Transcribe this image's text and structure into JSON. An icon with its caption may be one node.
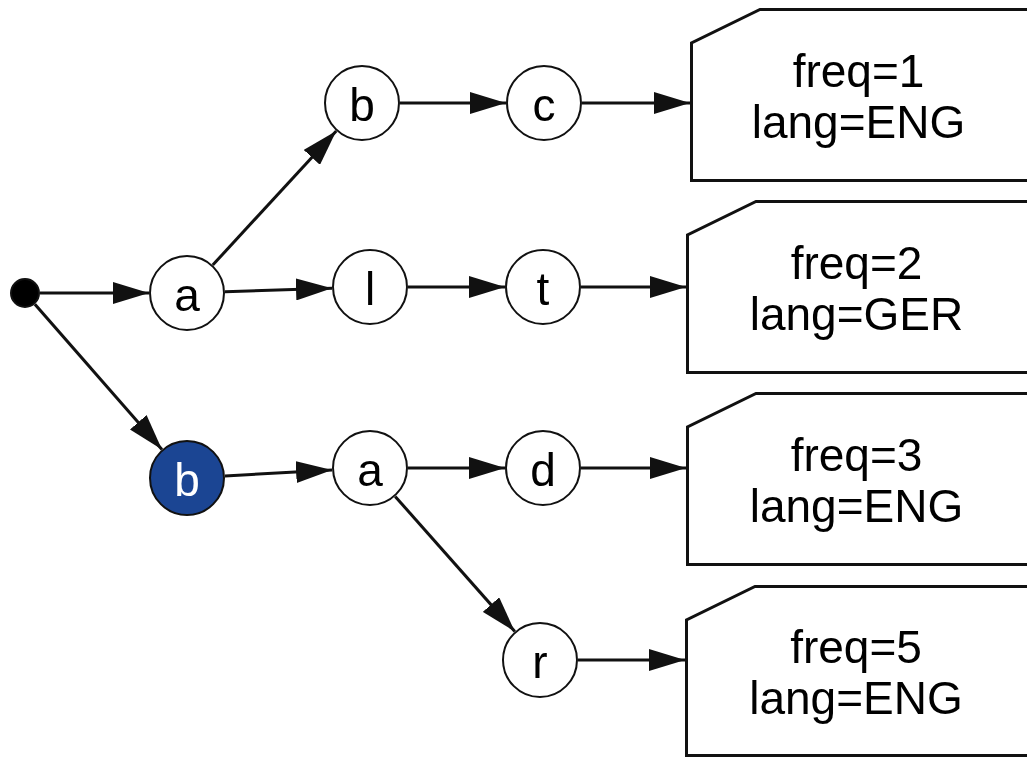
{
  "diagram": {
    "nodes": [
      {
        "text": [],
        "shape": "circle"
      },
      {
        "text": [
          "a"
        ]
      },
      {
        "text": [
          "b"
        ]
      },
      {
        "text": [
          "c"
        ]
      },
      {
        "text": [
          "l"
        ]
      },
      {
        "text": [
          "t"
        ]
      },
      {
        "text": [
          "b"
        ]
      },
      {
        "text": [
          "a"
        ]
      },
      {
        "text": [
          "d"
        ]
      },
      {
        "text": [
          "r"
        ]
      },
      {
        "text": [
          "freq=1",
          "lang=ENG"
        ]
      },
      {
        "text": [
          "freq=2",
          "lang=GER"
        ]
      },
      {
        "text": [
          "freq=3",
          "lang=ENG"
        ]
      },
      {
        "text": [
          "freq=5",
          "lang=ENG"
        ]
      }
    ],
    "edges": [
      {
        "from": 0,
        "to": 1,
        "arrow": "to"
      },
      {
        "from": 0,
        "to": 6,
        "arrow": "to"
      },
      {
        "from": 1,
        "to": 2,
        "arrow": "to"
      },
      {
        "from": 2,
        "to": 3,
        "arrow": "to"
      },
      {
        "from": 3,
        "to": 10,
        "arrow": "to"
      },
      {
        "from": 1,
        "to": 4,
        "arrow": "to"
      },
      {
        "from": 4,
        "to": 5,
        "arrow": "to"
      },
      {
        "from": 5,
        "to": 11,
        "arrow": "to"
      },
      {
        "from": 6,
        "to": 7,
        "arrow": "to"
      },
      {
        "from": 7,
        "to": 8,
        "arrow": "to"
      },
      {
        "from": 8,
        "to": 12,
        "arrow": "to"
      },
      {
        "from": 7,
        "to": 9,
        "arrow": "to"
      },
      {
        "from": 9,
        "to": 13,
        "arrow": "to"
      }
    ]
  }
}
